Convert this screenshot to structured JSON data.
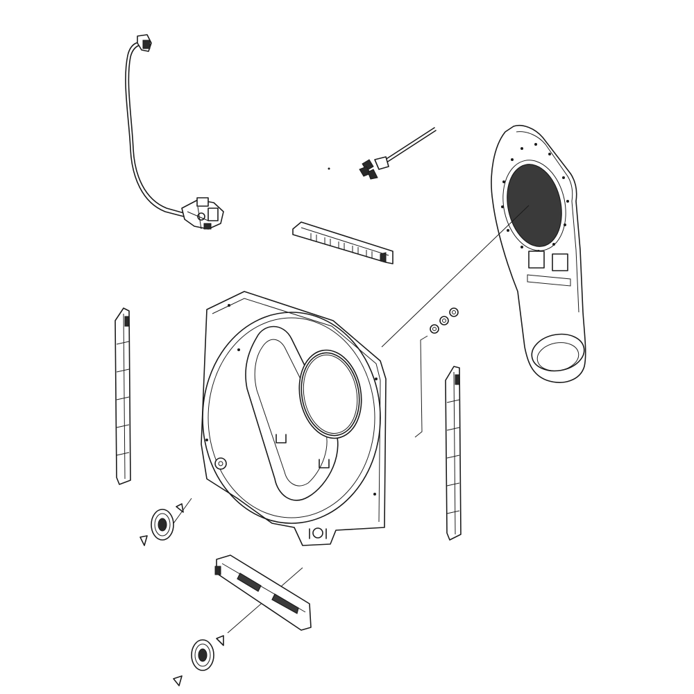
{
  "diagram": {
    "type": "exploded-parts-view",
    "colors": {
      "line": "#1a1a1a",
      "background": "#ffffff"
    },
    "parts": [
      {
        "id": "power-cord-and-valve",
        "icon": "hose-valve-icon"
      },
      {
        "id": "sensor-rod",
        "icon": "rod-icon"
      },
      {
        "id": "top-bracket",
        "icon": "bracket-icon"
      },
      {
        "id": "blower-duct-housing",
        "icon": "duct-icon"
      },
      {
        "id": "nut-set",
        "icon": "nut-icon"
      },
      {
        "id": "left-side-rail",
        "icon": "rail-icon"
      },
      {
        "id": "right-side-rail",
        "icon": "rail-icon"
      },
      {
        "id": "rear-bulkhead-panel",
        "icon": "panel-icon"
      },
      {
        "id": "upper-roller-wheel",
        "icon": "wheel-icon"
      },
      {
        "id": "lower-roller-wheel",
        "icon": "wheel-icon"
      },
      {
        "id": "bottom-support-bracket",
        "icon": "bracket-icon"
      }
    ]
  }
}
